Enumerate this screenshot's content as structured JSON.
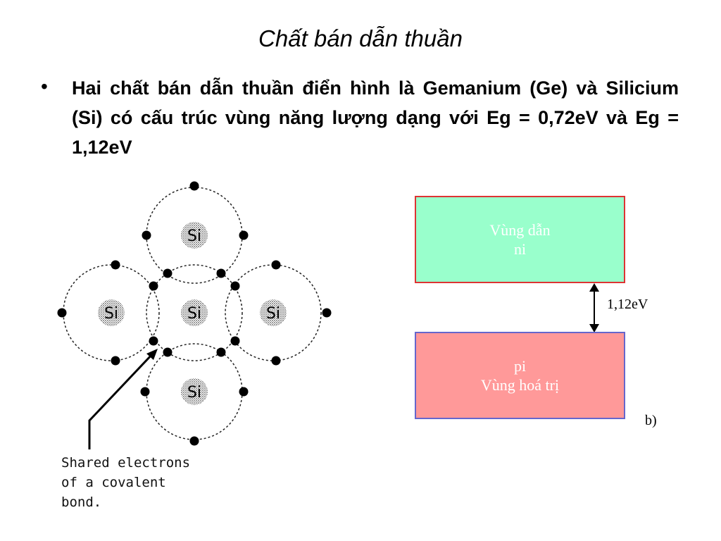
{
  "slide": {
    "title": "Chất bán dẫn thuần",
    "bullet_symbol": "•",
    "bullet_text": "Hai chất bán dẫn thuần điển hình là Gemanium (Ge) và Silicium (Si) có cấu trúc vùng năng lượng dạng với Eg = 0,72eV và Eg = 1,12eV"
  },
  "lattice": {
    "atom_label": "Si",
    "caption_lines": [
      "Shared electrons",
      "of a covalent",
      "bond."
    ]
  },
  "band_diagram": {
    "conduction_label": "Vùng dẫn",
    "conduction_carrier": "ni",
    "valence_carrier": "pi",
    "valence_label": "Vùng hoá trị",
    "gap_label": "1,12eV",
    "panel_label": "b)",
    "colors": {
      "conduction_fill": "#99ffcc",
      "conduction_border": "#dd3333",
      "valence_fill": "#ff9999",
      "valence_border": "#6666cc"
    }
  }
}
